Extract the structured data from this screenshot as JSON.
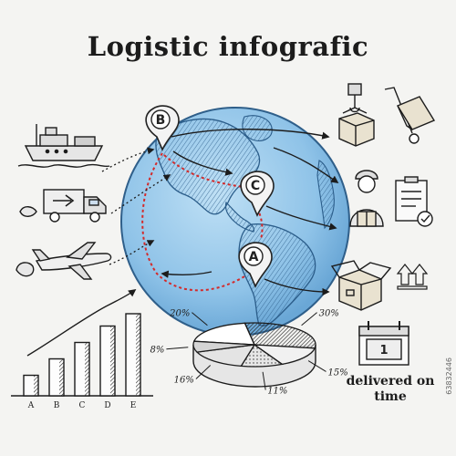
{
  "title": "Logistic infografic",
  "delivered_text": "delivered on time",
  "watermark": "63832446",
  "pins": [
    {
      "letter": "B"
    },
    {
      "letter": "C"
    },
    {
      "letter": "A"
    }
  ],
  "calendar_day": "1",
  "bar_chart": {
    "categories": [
      "A",
      "B",
      "C",
      "D",
      "E"
    ],
    "relative_heights": [
      0.25,
      0.45,
      0.65,
      0.85,
      1.0
    ]
  },
  "chart_data": {
    "type": "pie",
    "labels": [
      "20%",
      "30%",
      "15%",
      "11%",
      "16%",
      "8%"
    ],
    "values": [
      20,
      30,
      15,
      11,
      16,
      8
    ]
  },
  "colors": {
    "globe": "#8fc3e8",
    "globe_dark": "#3a76a8",
    "route_red": "#d42a2a",
    "ink": "#1c1c1c",
    "box": "#e9e2d0"
  },
  "icons": [
    "ship-icon",
    "truck-icon",
    "airplane-icon",
    "crane-box-icon",
    "hand-truck-icon",
    "courier-icon",
    "clipboard-icon",
    "open-box-icon",
    "arrows-up-icon",
    "calendar-icon"
  ]
}
